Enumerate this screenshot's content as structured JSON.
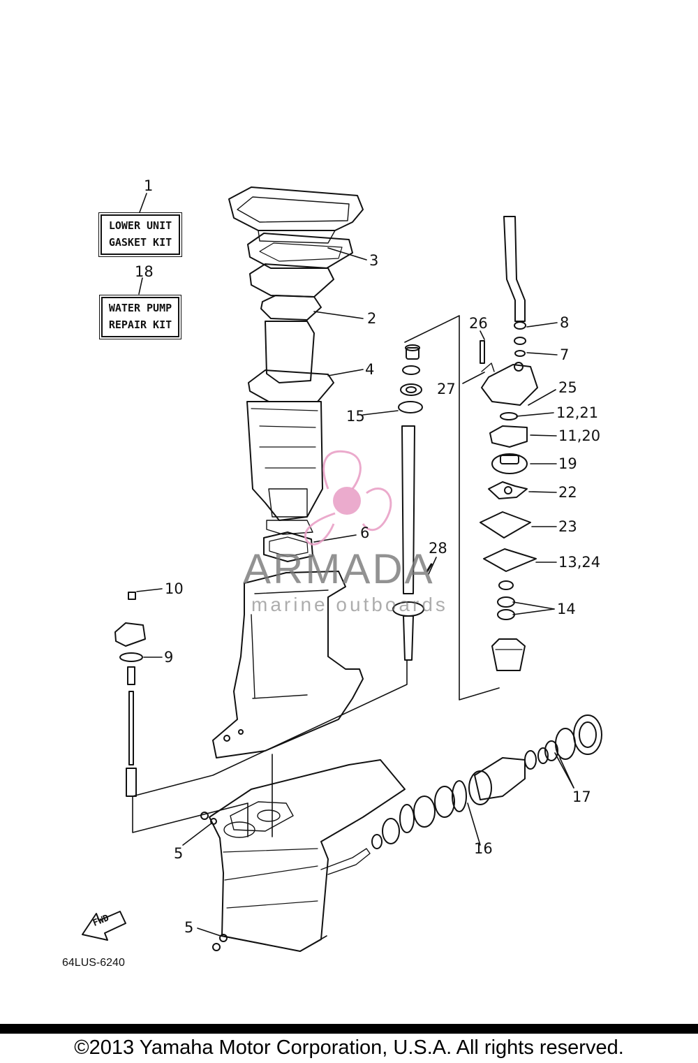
{
  "kits": [
    {
      "ref": "1",
      "lines": [
        "LOWER UNIT",
        "GASKET KIT"
      ]
    },
    {
      "ref": "18",
      "lines": [
        "WATER PUMP",
        "REPAIR KIT"
      ]
    }
  ],
  "callouts": [
    "3",
    "2",
    "4",
    "26",
    "8",
    "7",
    "27",
    "25",
    "12,21",
    "15",
    "11,20",
    "19",
    "22",
    "6",
    "23",
    "28",
    "13,24",
    "10",
    "14",
    "9",
    "17",
    "16",
    "5",
    "5"
  ],
  "direction_label": "FWD",
  "drawing_code": "64LUS-6240",
  "watermark": {
    "brand": "ARMADA",
    "tagline": "marine outboards"
  },
  "copyright": "©2013 Yamaha Motor Corporation, U.S.A. All rights reserved."
}
